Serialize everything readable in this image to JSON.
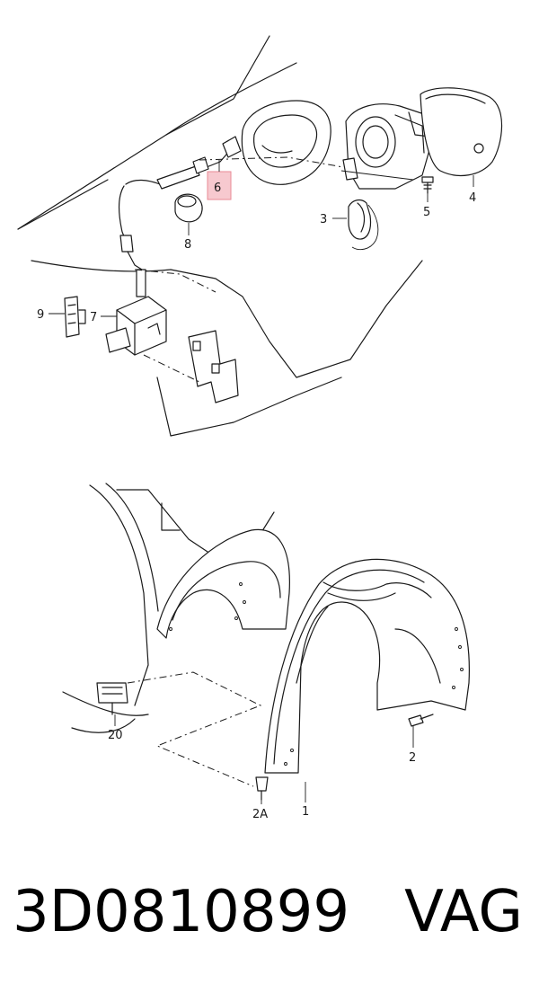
{
  "callouts": {
    "c1": "1",
    "c2": "2",
    "c2a": "2A",
    "c3": "3",
    "c4": "4",
    "c5": "5",
    "c6": "6",
    "c7": "7",
    "c8": "8",
    "c9": "9",
    "c20": "20"
  },
  "footer": {
    "part_number": "3D0810899",
    "brand": "VAG"
  },
  "colors": {
    "highlight": "#f7c9cf",
    "line": "#1a1a1a"
  }
}
